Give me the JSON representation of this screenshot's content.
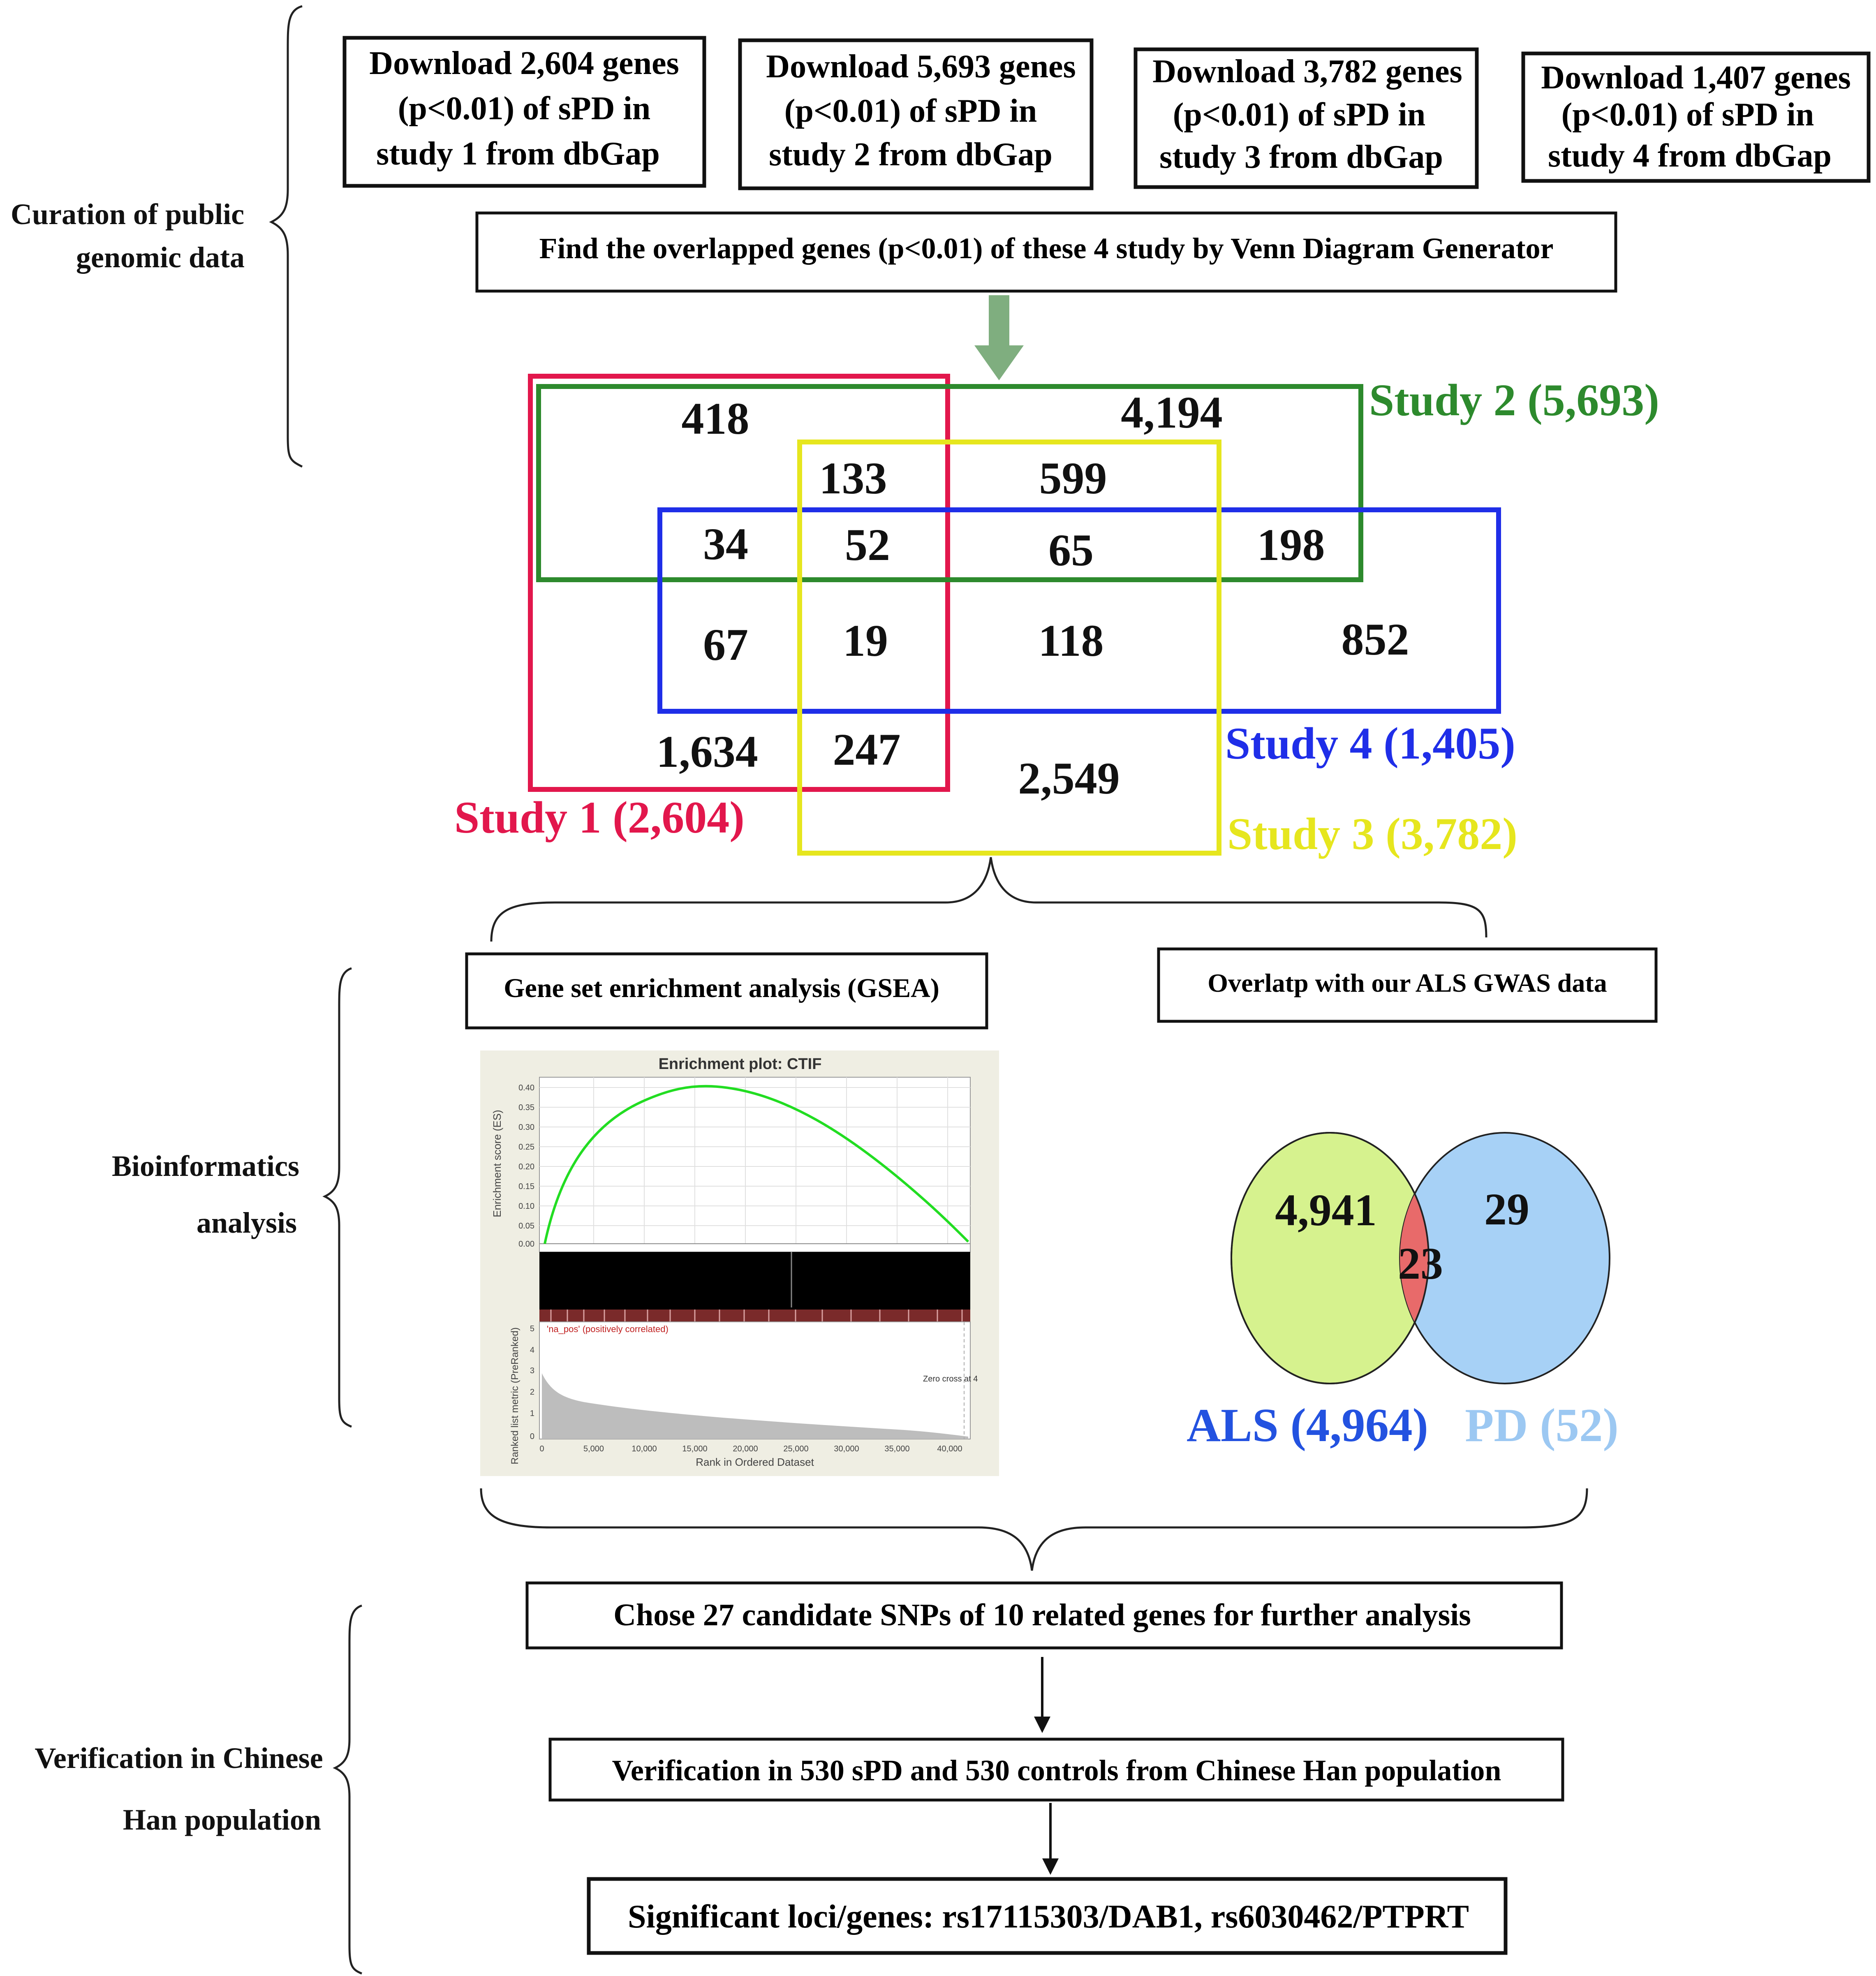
{
  "colors": {
    "study1": "#e2174c",
    "study2": "#2d8a2d",
    "study3": "#e6e61e",
    "study4": "#1f2ee8",
    "arrow": "#7fae7f",
    "gsea_curve": "#22dd22",
    "als_circle": "#d6f28e",
    "pd_circle": "#a7d1f6",
    "overlap": "#e86a6a",
    "als_label": "#2352e0",
    "pd_label": "#9cc8f2"
  },
  "sections": {
    "curation": [
      "Curation of public",
      "genomic data"
    ],
    "bioinformatics": [
      "Bioinformatics",
      "analysis"
    ],
    "verification": [
      "Verification in Chinese",
      "Han population"
    ]
  },
  "downloads": [
    [
      "Download 2,604 genes",
      "(p<0.01) of sPD in",
      "study 1 from dbGap"
    ],
    [
      "Download 5,693 genes",
      "(p<0.01) of sPD in",
      "study 2 from dbGap"
    ],
    [
      "Download 3,782 genes",
      "(p<0.01) of sPD in",
      "study 3 from dbGap"
    ],
    [
      "Download 1,407 genes",
      "(p<0.01) of sPD in",
      "study 4 from dbGap"
    ]
  ],
  "overlap_step": "Find the overlapped genes (p<0.01) of these 4 study by Venn Diagram Generator",
  "venn4": {
    "labels": {
      "study1": "Study 1 (2,604)",
      "study2": "Study 2 (5,693)",
      "study3": "Study 3 (3,782)",
      "study4": "Study 4 (1,405)"
    },
    "counts": [
      "418",
      "4,194",
      "133",
      "599",
      "34",
      "52",
      "65",
      "198",
      "67",
      "19",
      "118",
      "852",
      "1,634",
      "247",
      "2,549"
    ]
  },
  "gsea": {
    "box": "Gene set enrichment analysis (GSEA)",
    "title": "Enrichment plot: CTIF",
    "ylabel_top": "Enrichment score (ES)",
    "yticks_top": [
      "0.40",
      "0.35",
      "0.30",
      "0.25",
      "0.20",
      "0.15",
      "0.10",
      "0.05",
      "0.00"
    ],
    "ylabel_bottom": "Ranked list metric (PreRanked)",
    "yticks_bottom": [
      "5",
      "4",
      "3",
      "2",
      "1",
      "0"
    ],
    "pos_label": "'na_pos' (positively correlated)",
    "zero_cross": "Zero cross at 4",
    "xlabel": "Rank in Ordered Dataset",
    "xticks": [
      "0",
      "5,000",
      "10,000",
      "15,000",
      "20,000",
      "25,000",
      "30,000",
      "35,000",
      "40,000"
    ]
  },
  "als": {
    "box": "Overlatp with our ALS GWAS data",
    "als_only": "4,941",
    "both": "23",
    "pd_only": "29",
    "als_label": "ALS (4,964)",
    "pd_label": "PD (52)"
  },
  "steps": [
    "Chose 27 candidate SNPs of 10 related genes for further analysis",
    "Verification in 530 sPD and 530 controls from Chinese Han population",
    "Significant loci/genes: rs17115303/DAB1, rs6030462/PTPRT"
  ]
}
